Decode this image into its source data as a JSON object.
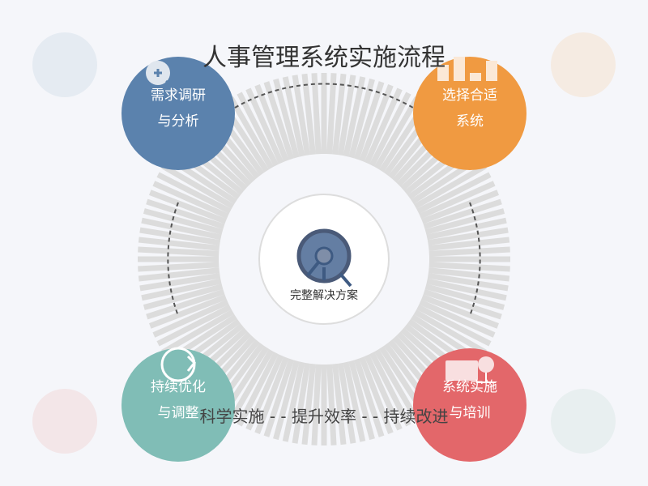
{
  "title": "人事管理系统实施流程",
  "center": {
    "label": "完整解决方案",
    "icon": "magnifier-icon"
  },
  "nodes": [
    {
      "line1": "需求调研",
      "line2": "与分析",
      "color": "#5b82ad",
      "icon": "zoom-in-icon"
    },
    {
      "line1": "选择合适",
      "line2": "系统",
      "color": "#f09a41",
      "icon": "bar-chart-icon"
    },
    {
      "line1": "系统实施",
      "line2": "与培训",
      "color": "#e3676a",
      "icon": "presentation-icon"
    },
    {
      "line1": "持续优化",
      "line2": "与调整",
      "color": "#80bdb6",
      "icon": "refresh-icon"
    }
  ],
  "bottom_text": "科学实施 - - 提升效率 - - 持续改进",
  "colors": {
    "ring": "#dcdcdc",
    "background": "#f5f6fa"
  }
}
